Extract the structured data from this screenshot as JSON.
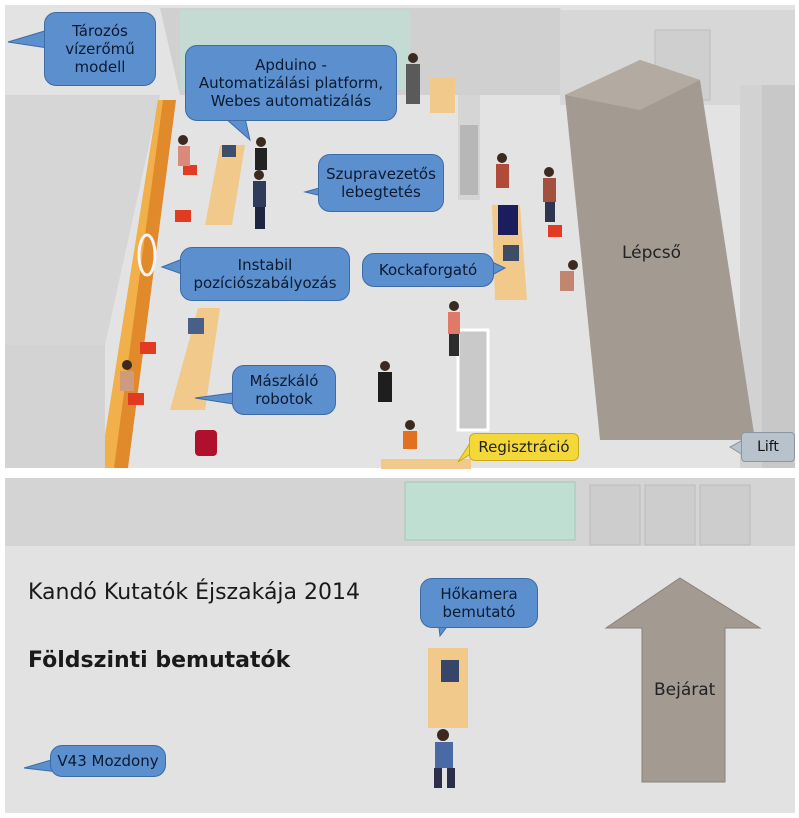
{
  "header": {
    "subtitle": "Kandó Kutatók Éjszakája 2014",
    "title": "Földszinti bemutatók"
  },
  "rooms": {
    "stairs_label": "Lépcső",
    "entrance_label": "Bejárat"
  },
  "callouts": {
    "reservoir": "Tározós\nvízerőmű\nmodell",
    "arduino": "Apduino -\nAutomatizálási platform,\nWebes automatizálás",
    "levitation": "Szupravezetős\nlebegtetés",
    "unstable": "Instabil\npozíciószabályozás",
    "cube": "Kockaforgató",
    "climbing": "Mászkáló\nrobotok",
    "registration": "Regisztráció",
    "lift": "Lift",
    "thermal": "Hőkamera\nbemutató",
    "locomotive": "V43 Mozdony"
  },
  "colors": {
    "callout_blue": "#5b8fce",
    "registration_yellow": "#f4d83a",
    "orange_wall": "#e08a2c",
    "floor": "#e2e2e2",
    "table": "#f1c98a"
  }
}
